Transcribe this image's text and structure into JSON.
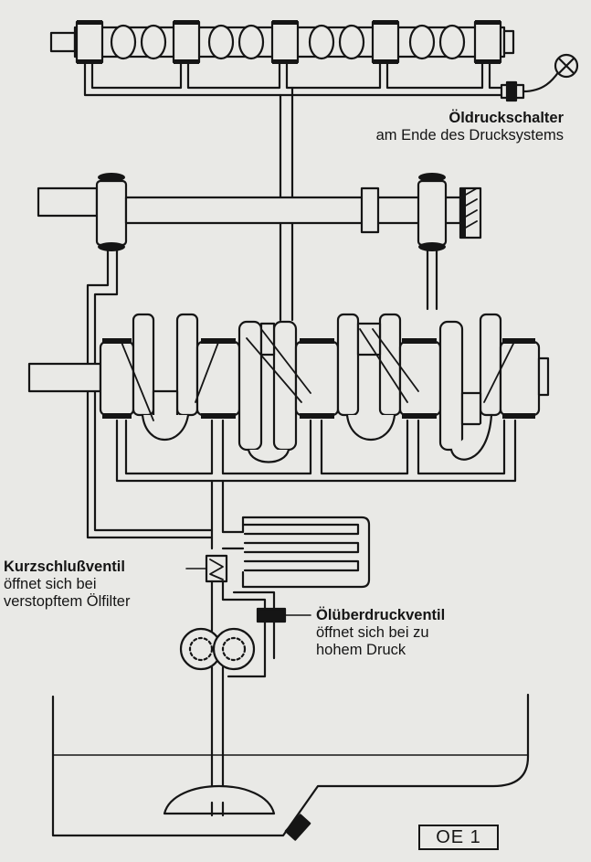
{
  "labels": {
    "pressure_switch": {
      "title": "Öldruckschalter",
      "text": "am Ende des Drucksystems"
    },
    "bypass_valve": {
      "title": "Kurzschlußventil",
      "lines": [
        "öffnet sich bei",
        "verstopftem Ölfilter"
      ]
    },
    "relief_valve": {
      "title": "Ölüberdruckventil",
      "lines": [
        "öffnet sich bei zu",
        "hohem Druck"
      ]
    }
  },
  "figure_code": "OE 1",
  "colors": {
    "ink": "#151515",
    "paper": "#e9e9e6",
    "shade": "#c7c7c2"
  },
  "icons": [
    "warning-lamp-icon",
    "oil-pressure-switch-icon",
    "oil-pump-gears-icon",
    "drain-plug-icon"
  ]
}
